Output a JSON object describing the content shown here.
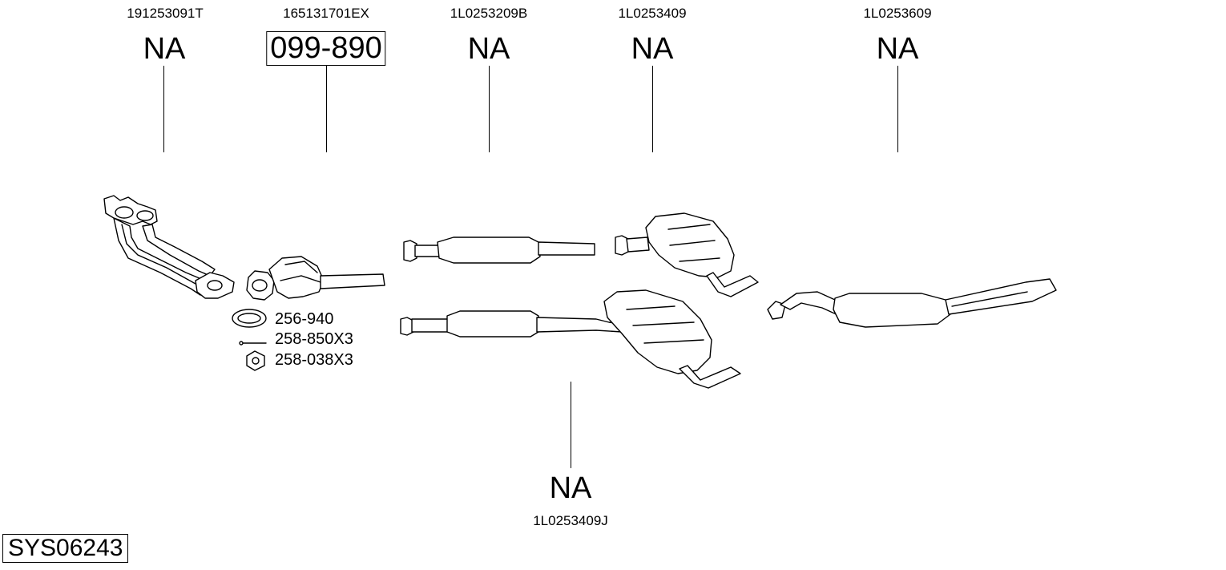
{
  "parts": [
    {
      "oem": "191253091T",
      "code": "NA"
    },
    {
      "oem": "165131701EX",
      "code": "099-890"
    },
    {
      "oem": "1L0253209B",
      "code": "NA"
    },
    {
      "oem": "1L0253409",
      "code": "NA"
    },
    {
      "oem": "1L0253609",
      "code": "NA"
    },
    {
      "oem": "1L0253409J",
      "code": "NA"
    }
  ],
  "accessories": [
    {
      "code": "256-940"
    },
    {
      "code": "258-850X3"
    },
    {
      "code": "258-038X3"
    }
  ],
  "system_id": "SYS06243"
}
